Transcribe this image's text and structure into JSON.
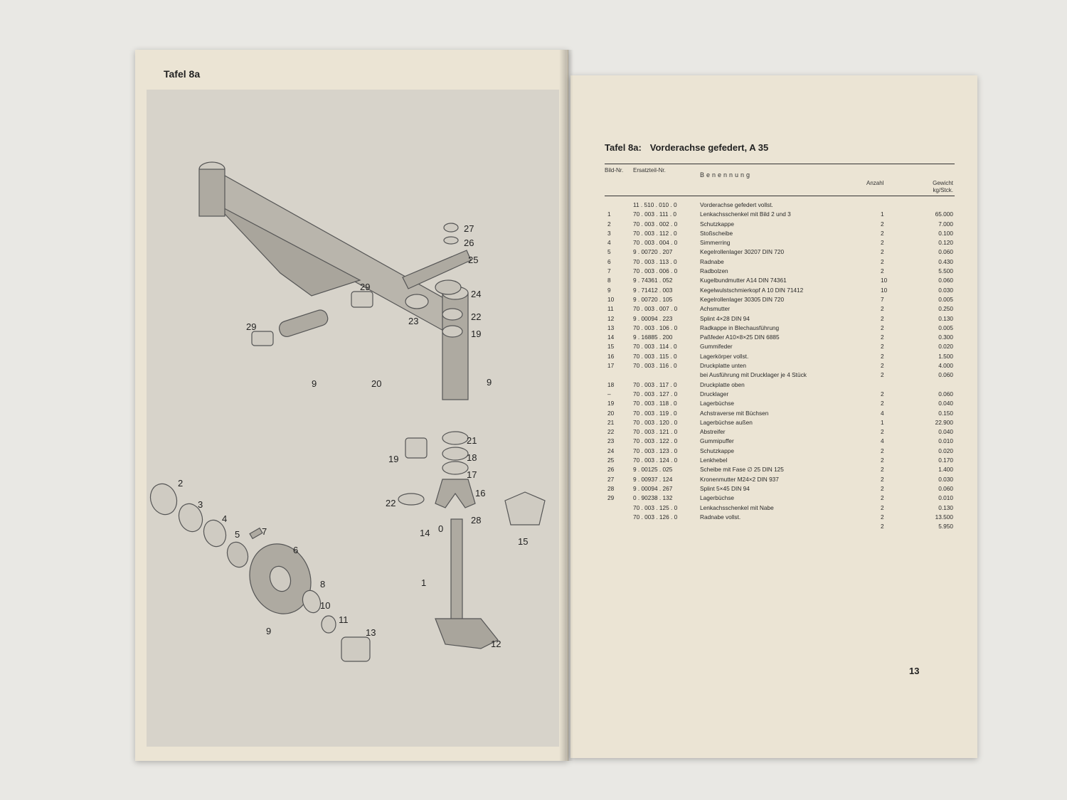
{
  "left_page": {
    "plate_label": "Tafel 8a",
    "callouts": [
      "27",
      "26",
      "25",
      "29",
      "24",
      "23",
      "22",
      "19",
      "29",
      "9",
      "20",
      "9",
      "21",
      "18",
      "19",
      "17",
      "16",
      "22",
      "2",
      "3",
      "4",
      "5",
      "7",
      "6",
      "8",
      "10",
      "11",
      "13",
      "9",
      "14",
      "0",
      "28",
      "1",
      "12",
      "15"
    ]
  },
  "right_page": {
    "title": "Tafel 8a:",
    "subtitle": "Vorderachse gefedert, A 35",
    "headers": {
      "bild": "Bild-Nr.",
      "nr": "Ersatzteil-Nr.",
      "benennung": "Benennung",
      "anzahl": "Anzahl",
      "gewicht": "Gewicht kg/Stck."
    },
    "rows": [
      {
        "bild": "",
        "nr": "11 . 510 . 010 . 0",
        "benennung": "Vorderachse gefedert vollst.",
        "anzahl": "",
        "gewicht": ""
      },
      {
        "bild": "1",
        "nr": "70 . 003 . 111 . 0",
        "benennung": "Lenkachsschenkel mit Bild 2 und 3",
        "anzahl": "1",
        "gewicht": "65.000"
      },
      {
        "bild": "2",
        "nr": "70 . 003 . 002 . 0",
        "benennung": "Schutzkappe",
        "anzahl": "2",
        "gewicht": "7.000"
      },
      {
        "bild": "3",
        "nr": "70 . 003 . 112 . 0",
        "benennung": "Stoßscheibe",
        "anzahl": "2",
        "gewicht": "0.100"
      },
      {
        "bild": "4",
        "nr": "70 . 003 . 004 . 0",
        "benennung": "Simmerring",
        "anzahl": "2",
        "gewicht": "0.120"
      },
      {
        "bild": "5",
        "nr": "9 . 00720 . 207",
        "benennung": "Kegelrollenlager 30207 DIN 720",
        "anzahl": "2",
        "gewicht": "0.060"
      },
      {
        "bild": "6",
        "nr": "70 . 003 . 113 . 0",
        "benennung": "Radnabe",
        "anzahl": "2",
        "gewicht": "0.430"
      },
      {
        "bild": "7",
        "nr": "70 . 003 . 006 . 0",
        "benennung": "Radbolzen",
        "anzahl": "2",
        "gewicht": "5.500"
      },
      {
        "bild": "8",
        "nr": "9 . 74361 . 052",
        "benennung": "Kugelbundmutter A14 DIN 74361",
        "anzahl": "10",
        "gewicht": "0.060"
      },
      {
        "bild": "9",
        "nr": "9 . 71412 . 003",
        "benennung": "Kegelwulstschmierkopf A 10 DIN 71412",
        "anzahl": "10",
        "gewicht": "0.030"
      },
      {
        "bild": "10",
        "nr": "9 . 00720 . 105",
        "benennung": "Kegelrollenlager 30305 DIN 720",
        "anzahl": "7",
        "gewicht": "0.005"
      },
      {
        "bild": "11",
        "nr": "70 . 003 . 007 . 0",
        "benennung": "Achsmutter",
        "anzahl": "2",
        "gewicht": "0.250"
      },
      {
        "bild": "12",
        "nr": "9 . 00094 . 223",
        "benennung": "Splint 4×28 DIN 94",
        "anzahl": "2",
        "gewicht": "0.130"
      },
      {
        "bild": "13",
        "nr": "70 . 003 . 106 . 0",
        "benennung": "Radkappe in Blechausführung",
        "anzahl": "2",
        "gewicht": "0.005"
      },
      {
        "bild": "14",
        "nr": "9 . 16885 . 200",
        "benennung": "Paßfeder A10×8×25 DIN 6885",
        "anzahl": "2",
        "gewicht": "0.300"
      },
      {
        "bild": "15",
        "nr": "70 . 003 . 114 . 0",
        "benennung": "Gummifeder",
        "anzahl": "2",
        "gewicht": "0.020"
      },
      {
        "bild": "16",
        "nr": "70 . 003 . 115 . 0",
        "benennung": "Lagerkörper vollst.",
        "anzahl": "2",
        "gewicht": "1.500"
      },
      {
        "bild": "17",
        "nr": "70 . 003 . 116 . 0",
        "benennung": "Druckplatte unten",
        "anzahl": "2",
        "gewicht": "4.000"
      },
      {
        "bild": "",
        "nr": "",
        "benennung": "bei Ausführung mit Drucklager je 4 Stück",
        "anzahl": "2",
        "gewicht": "0.060"
      },
      {
        "bild": "18",
        "nr": "70 . 003 . 117 . 0",
        "benennung": "Druckplatte oben",
        "anzahl": "",
        "gewicht": ""
      },
      {
        "bild": "–",
        "nr": "70 . 003 . 127 . 0",
        "benennung": "Drucklager",
        "anzahl": "2",
        "gewicht": "0.060"
      },
      {
        "bild": "19",
        "nr": "70 . 003 . 118 . 0",
        "benennung": "Lagerbüchse",
        "anzahl": "2",
        "gewicht": "0.040"
      },
      {
        "bild": "20",
        "nr": "70 . 003 . 119 . 0",
        "benennung": "Achstraverse mit Büchsen",
        "anzahl": "4",
        "gewicht": "0.150"
      },
      {
        "bild": "21",
        "nr": "70 . 003 . 120 . 0",
        "benennung": "Lagerbüchse außen",
        "anzahl": "1",
        "gewicht": "22.900"
      },
      {
        "bild": "22",
        "nr": "70 . 003 . 121 . 0",
        "benennung": "Abstreifer",
        "anzahl": "2",
        "gewicht": "0.040"
      },
      {
        "bild": "23",
        "nr": "70 . 003 . 122 . 0",
        "benennung": "Gummipuffer",
        "anzahl": "4",
        "gewicht": "0.010"
      },
      {
        "bild": "24",
        "nr": "70 . 003 . 123 . 0",
        "benennung": "Schutzkappe",
        "anzahl": "2",
        "gewicht": "0.020"
      },
      {
        "bild": "25",
        "nr": "70 . 003 . 124 . 0",
        "benennung": "Lenkhebel",
        "anzahl": "2",
        "gewicht": "0.170"
      },
      {
        "bild": "26",
        "nr": "9 . 00125 . 025",
        "benennung": "Scheibe mit Fase ∅ 25 DIN 125",
        "anzahl": "2",
        "gewicht": "1.400"
      },
      {
        "bild": "27",
        "nr": "9 . 00937 . 124",
        "benennung": "Kronenmutter M24×2 DIN 937",
        "anzahl": "2",
        "gewicht": "0.030"
      },
      {
        "bild": "28",
        "nr": "9 . 00094 . 267",
        "benennung": "Splint 5×45 DIN 94",
        "anzahl": "2",
        "gewicht": "0.060"
      },
      {
        "bild": "29",
        "nr": "0 . 90238 . 132",
        "benennung": "Lagerbüchse",
        "anzahl": "2",
        "gewicht": "0.010"
      },
      {
        "bild": "",
        "nr": "70 . 003 . 125 . 0",
        "benennung": "Lenkachsschenkel mit Nabe",
        "anzahl": "2",
        "gewicht": "0.130"
      },
      {
        "bild": "",
        "nr": "70 . 003 . 126 . 0",
        "benennung": "Radnabe vollst.",
        "anzahl": "2",
        "gewicht": "13.500"
      },
      {
        "bild": "",
        "nr": "",
        "benennung": "",
        "anzahl": "2",
        "gewicht": "5.950"
      }
    ],
    "page_number": "13"
  }
}
